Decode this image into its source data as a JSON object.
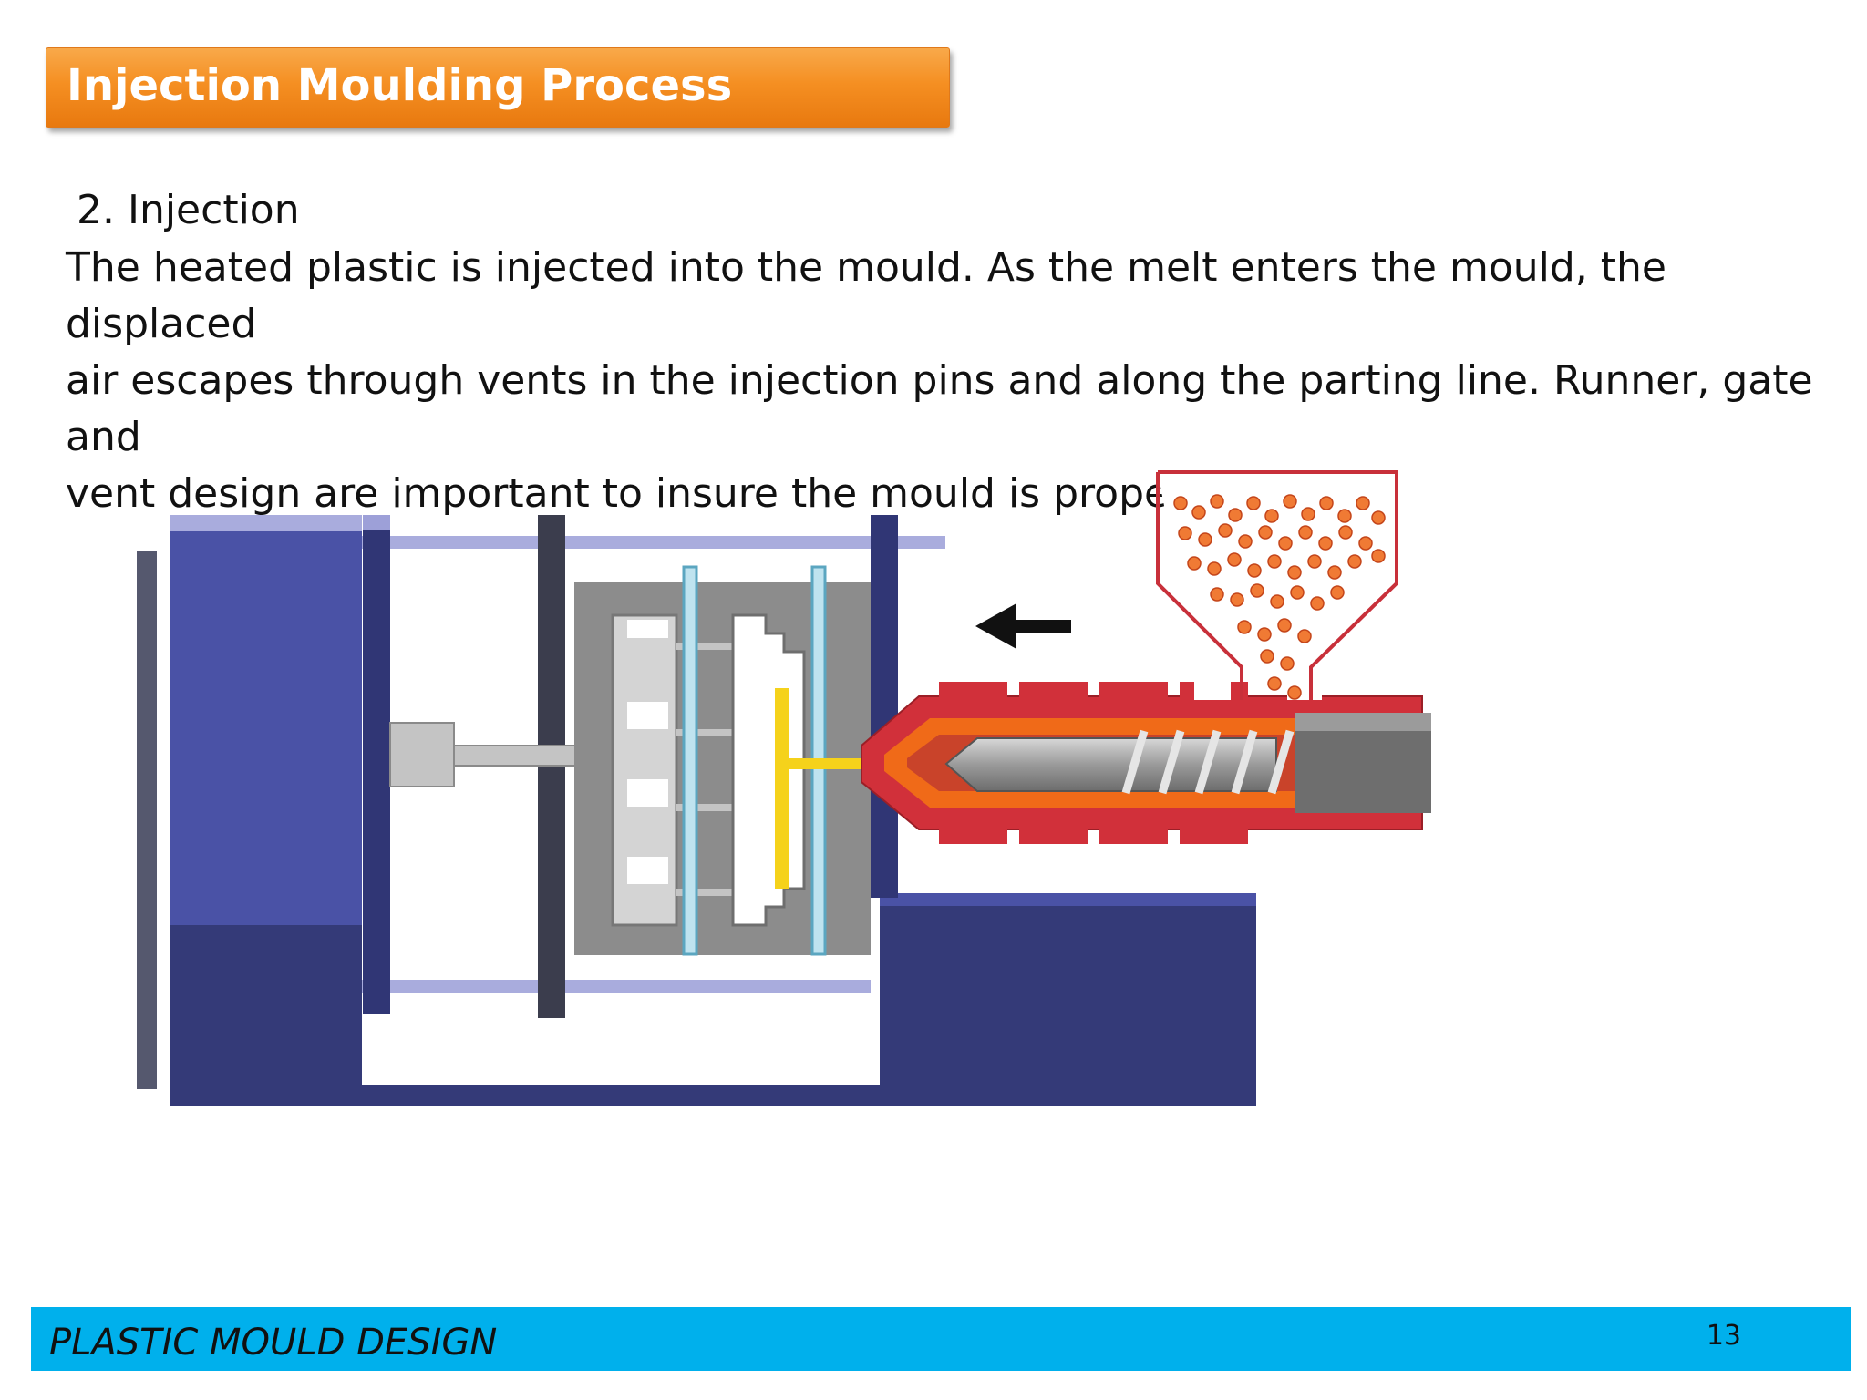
{
  "slide": {
    "title": "Injection Moulding Process",
    "subheading": "2. Injection",
    "body_lines": [
      "The heated plastic is injected into the mould. As the melt enters the mould, the displaced",
      "air escapes through vents in the injection pins and along the parting line. Runner, gate and",
      "vent design are important to insure the mould is properly filled."
    ]
  },
  "diagram": {
    "colors": {
      "machine_blue": "#4a52a6",
      "machine_dark_blue": "#343a78",
      "rail_light": "#a9acdd",
      "mould_grey": "#8c8c8c",
      "mould_light_grey": "#c8c8c8",
      "barrel_red": "#d1303a",
      "melt_orange": "#f06a18",
      "melt_yellow": "#f5d21b",
      "pellet_orange": "#f07a34",
      "arrow_black": "#111111"
    },
    "icons": [
      "direction-arrow-icon"
    ]
  },
  "footer": {
    "label": "PLASTIC MOULD DESIGN",
    "page_number": "13",
    "color": "#00b0ec"
  }
}
